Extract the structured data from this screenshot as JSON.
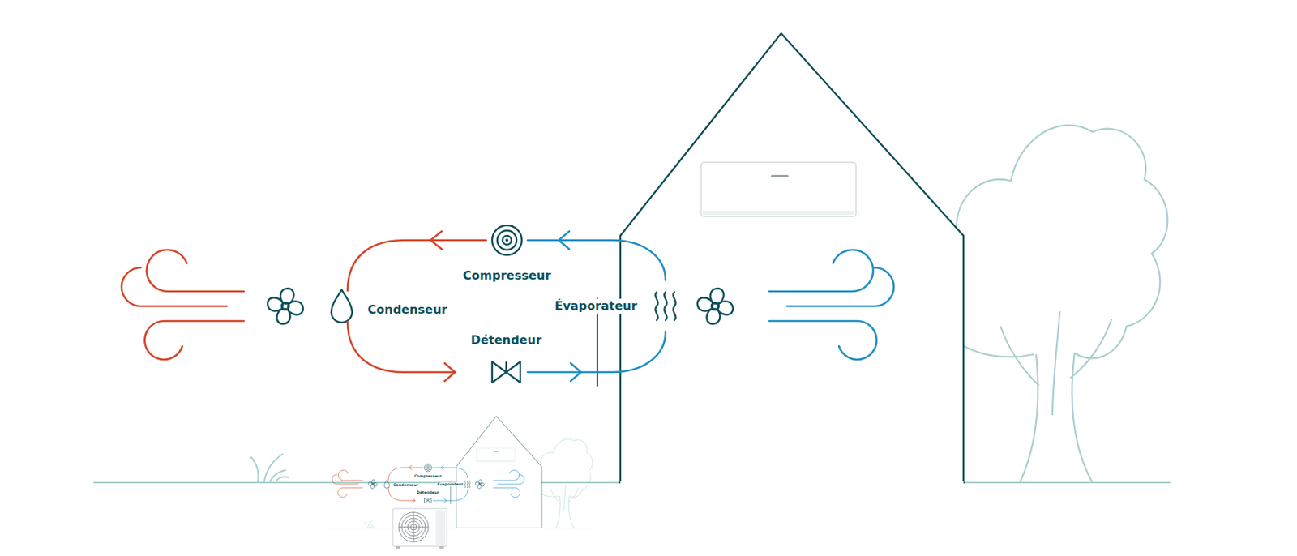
{
  "diagram": {
    "labels": [
      "Compresseur",
      "Condenseur",
      "Détendeur",
      "Évaporateur",
      "Compresseur",
      "Condenseur",
      "Détendeur",
      "Évaporateur"
    ]
  }
}
